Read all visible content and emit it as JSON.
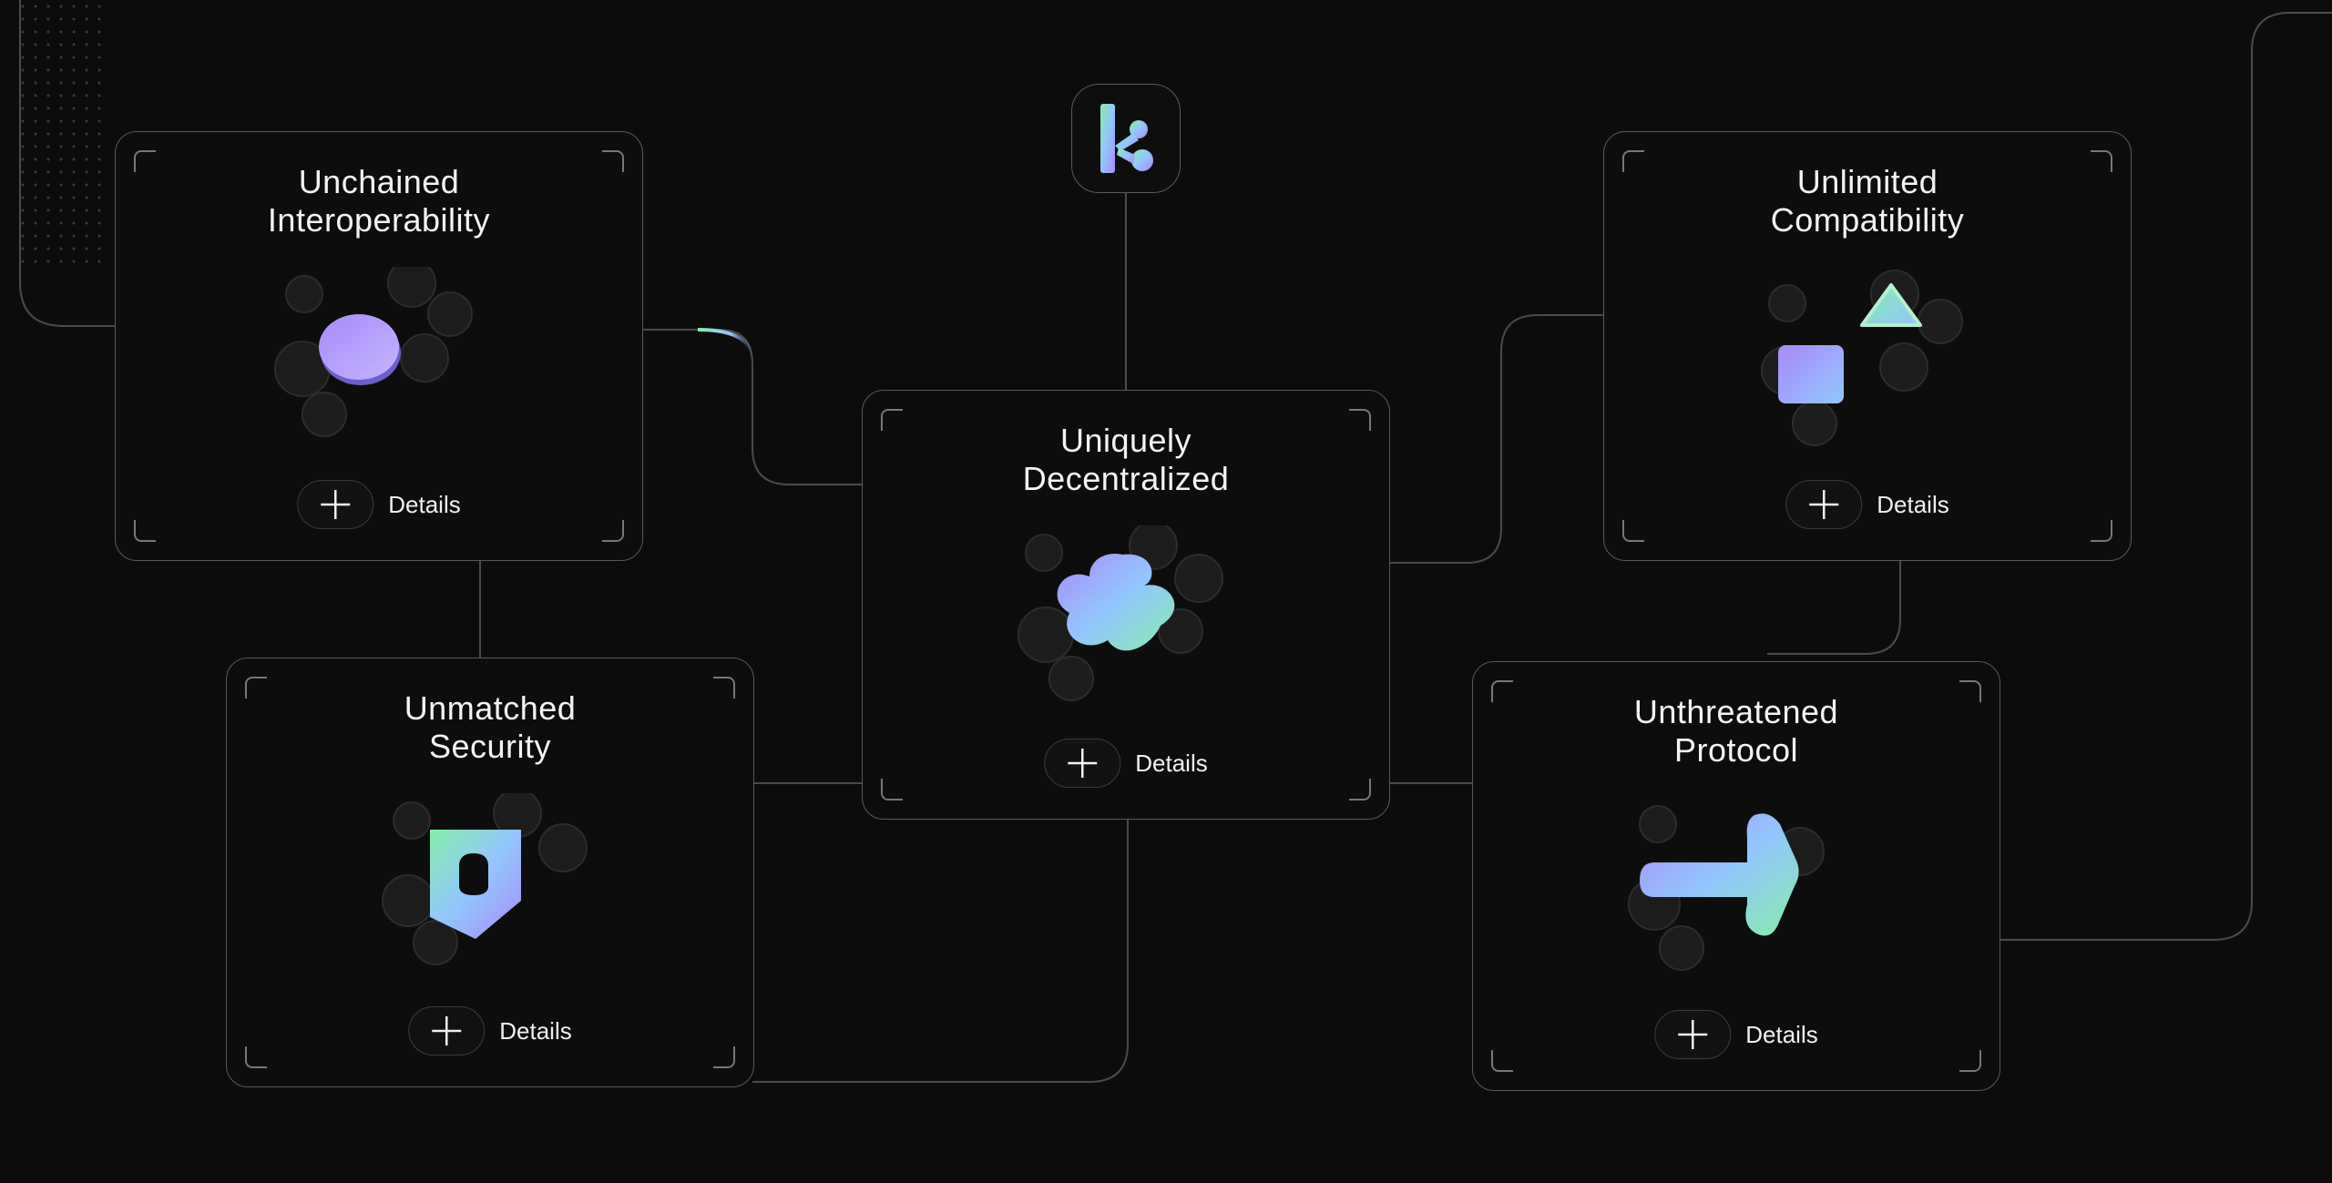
{
  "logo": {
    "letter": "k",
    "icon": "k-logo-icon"
  },
  "details_label": "Details",
  "cards": [
    {
      "id": "interoperability",
      "title": "Unchained\nInteroperability",
      "icon": "disc-icon"
    },
    {
      "id": "decentralized",
      "title": "Uniquely\nDecentralized",
      "icon": "clover-icon"
    },
    {
      "id": "compatibility",
      "title": "Unlimited\nCompatibility",
      "icon": "triangle-square-icon"
    },
    {
      "id": "security",
      "title": "Unmatched\nSecurity",
      "icon": "shield-icon"
    },
    {
      "id": "protocol",
      "title": "Unthreatened\nProtocol",
      "icon": "arrow-icon"
    }
  ],
  "colors": {
    "background": "#0c0c0c",
    "card_border": "#5a5a5a",
    "gradient_start": "#a78bfa",
    "gradient_mid": "#93c5fd",
    "gradient_end": "#86efac"
  }
}
